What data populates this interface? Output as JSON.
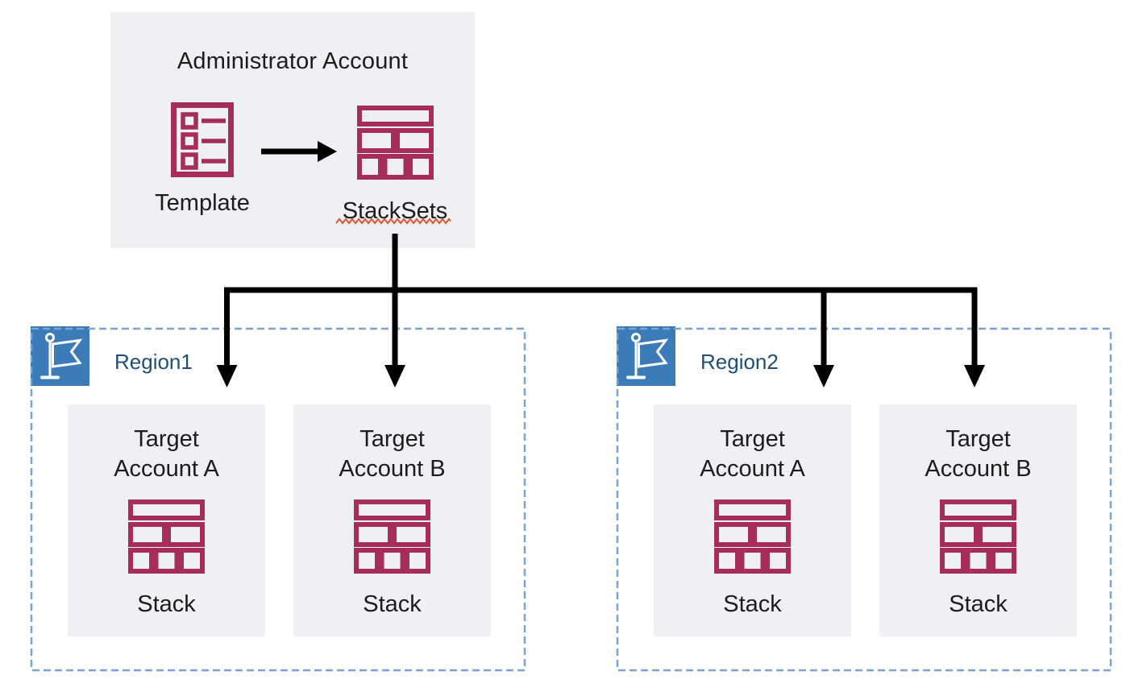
{
  "admin_account": {
    "title": "Administrator Account",
    "template_label": "Template",
    "stacksets_label": "StackSets"
  },
  "regions": [
    {
      "label": "Region1",
      "accounts": [
        {
          "name_line1": "Target",
          "name_line2": "Account A",
          "icon_label": "Stack"
        },
        {
          "name_line1": "Target",
          "name_line2": "Account B",
          "icon_label": "Stack"
        }
      ]
    },
    {
      "label": "Region2",
      "accounts": [
        {
          "name_line1": "Target",
          "name_line2": "Account A",
          "icon_label": "Stack"
        },
        {
          "name_line1": "Target",
          "name_line2": "Account B",
          "icon_label": "Stack"
        }
      ]
    }
  ],
  "icons": {
    "template": "template-document-icon",
    "stacksets": "stacksets-bricks-icon",
    "stack": "stack-bricks-icon",
    "region_flag": "flag-icon",
    "flow_arrow": "arrow-icon"
  },
  "colors": {
    "icon_crimson": "#a62c5c",
    "box_background": "#eef0f3",
    "flag_background": "#3b7cb8",
    "region_dashed_border": "#7aa3d4",
    "region_label_text": "#1f4e79",
    "connector_arrow": "#000000",
    "spellcheck_underline": "#e0522e",
    "body_text": "#1c1c1c"
  }
}
